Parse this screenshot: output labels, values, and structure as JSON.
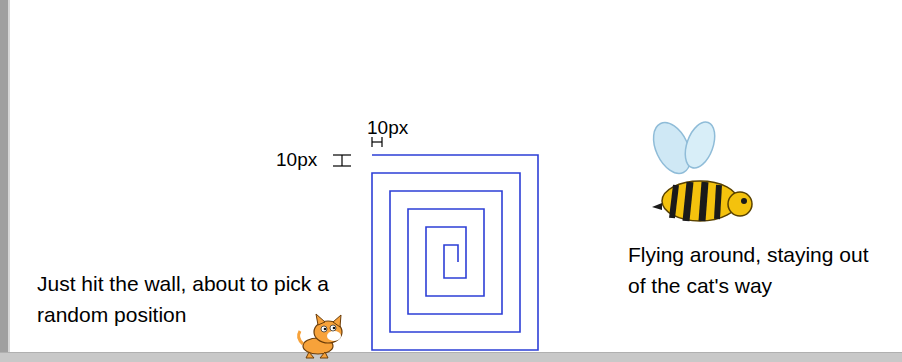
{
  "diagram": {
    "labels": [
      "10px",
      "10px",
      "Just hit the wall, about to pick a random position",
      "Flying around, staying out of the cat's way"
    ]
  }
}
